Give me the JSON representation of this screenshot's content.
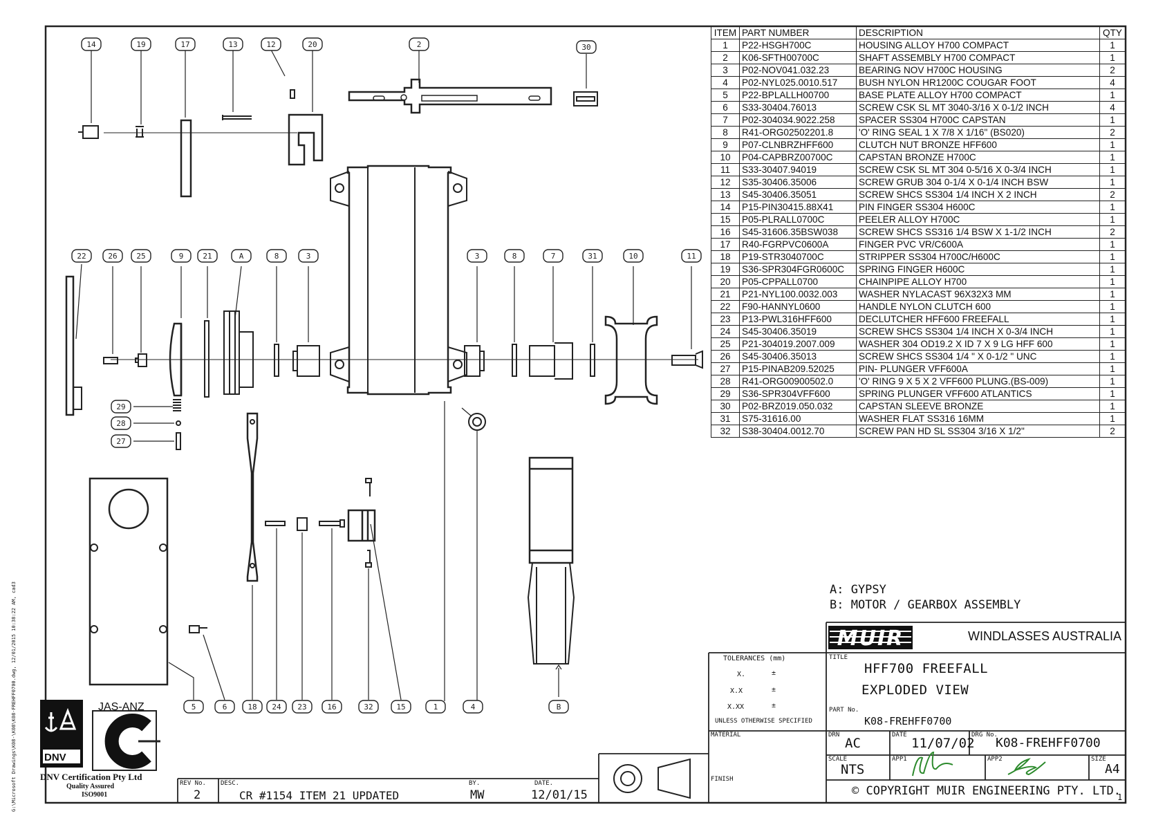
{
  "callouts": {
    "c14": "14",
    "c19": "19",
    "c17": "17",
    "c13": "13",
    "c12": "12",
    "c20": "20",
    "c2": "2",
    "c30": "30",
    "c22": "22",
    "c26": "26",
    "c25": "25",
    "c9": "9",
    "c21": "21",
    "cA": "A",
    "c8a": "8",
    "c3a": "3",
    "c3b": "3",
    "c8b": "8",
    "c7": "7",
    "c31": "31",
    "c10": "10",
    "c11": "11",
    "c29": "29",
    "c28": "28",
    "c27": "27",
    "c5": "5",
    "c6": "6",
    "c18": "18",
    "c24": "24",
    "c23": "23",
    "c16": "16",
    "c32": "32",
    "c15": "15",
    "c1": "1",
    "c4": "4",
    "cB": "B"
  },
  "bom": {
    "headers": [
      "ITEM",
      "PART NUMBER",
      "DESCRIPTION",
      "QTY"
    ],
    "rows": [
      [
        "1",
        "P22-HSGH700C",
        "HOUSING ALLOY H700 COMPACT",
        "1"
      ],
      [
        "2",
        "K06-SFTH00700C",
        "SHAFT ASSEMBLY H700 COMPACT",
        "1"
      ],
      [
        "3",
        "P02-NOV041.032.23",
        "BEARING NOV H700C HOUSING",
        "2"
      ],
      [
        "4",
        "P02-NYL025.0010.517",
        "BUSH NYLON HR1200C COUGAR FOOT",
        "4"
      ],
      [
        "5",
        "P22-BPLALLH00700",
        "BASE PLATE ALLOY H700 COMPACT",
        "1"
      ],
      [
        "6",
        "S33-30404.76013",
        "SCREW CSK SL MT 3040-3/16 X 0-1/2 INCH",
        "4"
      ],
      [
        "7",
        "P02-304034.9022.258",
        "SPACER SS304 H700C CAPSTAN",
        "1"
      ],
      [
        "8",
        "R41-ORG02502201.8",
        "'O' RING SEAL 1 X 7/8 X 1/16\" (BS020)",
        "2"
      ],
      [
        "9",
        "P07-CLNBRZHFF600",
        "CLUTCH NUT BRONZE HFF600",
        "1"
      ],
      [
        "10",
        "P04-CAPBRZ00700C",
        "CAPSTAN BRONZE H700C",
        "1"
      ],
      [
        "11",
        "S33-30407.94019",
        "SCREW CSK SL MT 304 0-5/16 X 0-3/4 INCH",
        "1"
      ],
      [
        "12",
        "S35-30406.35006",
        "SCREW GRUB 304 0-1/4 X 0-1/4 INCH BSW",
        "1"
      ],
      [
        "13",
        "S45-30406.35051",
        "SCREW SHCS SS304 1/4 INCH X 2 INCH",
        "2"
      ],
      [
        "14",
        "P15-PIN30415.88X41",
        "PIN FINGER SS304 H600C",
        "1"
      ],
      [
        "15",
        "P05-PLRALL0700C",
        "PEELER ALLOY H700C",
        "1"
      ],
      [
        "16",
        "S45-31606.35BSW038",
        "SCREW SHCS SS316 1/4 BSW X 1-1/2 INCH",
        "2"
      ],
      [
        "17",
        "R40-FGRPVC0600A",
        "FINGER PVC VR/C600A",
        "1"
      ],
      [
        "18",
        "P19-STR3040700C",
        "STRIPPER SS304 H700C/H600C",
        "1"
      ],
      [
        "19",
        "S36-SPR304FGR0600C",
        "SPRING FINGER H600C",
        "1"
      ],
      [
        "20",
        "P05-CPPALL0700",
        "CHAINPIPE ALLOY H700",
        "1"
      ],
      [
        "21",
        "P21-NYL100.0032.003",
        "WASHER NYLACAST 96X32X3 MM",
        "1"
      ],
      [
        "22",
        "F90-HANNYL0600",
        "HANDLE NYLON CLUTCH 600",
        "1"
      ],
      [
        "23",
        "P13-PWL316HFF600",
        "DECLUTCHER HFF600 FREEFALL",
        "1"
      ],
      [
        "24",
        "S45-30406.35019",
        "SCREW SHCS SS304 1/4 INCH X 0-3/4 INCH",
        "1"
      ],
      [
        "25",
        "P21-304019.2007.009",
        "WASHER 304 OD19.2 X ID 7 X 9 LG HFF 600",
        "1"
      ],
      [
        "26",
        "S45-30406.35013",
        "SCREW SHCS SS304 1/4 \" X 0-1/2 \" UNC",
        "1"
      ],
      [
        "27",
        "P15-PINAB209.52025",
        "PIN- PLUNGER VFF600A",
        "1"
      ],
      [
        "28",
        "R41-ORG00900502.0",
        "'O' RING 9 X 5 X 2 VFF600 PLUNG.(BS-009)",
        "1"
      ],
      [
        "29",
        "S36-SPR304VFF600",
        "SPRING PLUNGER VFF600 ATLANTICS",
        "1"
      ],
      [
        "30",
        "P02-BRZ019.050.032",
        "CAPSTAN SLEEVE BRONZE",
        "1"
      ],
      [
        "31",
        "S75-31616.00",
        "WASHER FLAT SS316 16MM",
        "1"
      ],
      [
        "32",
        "S38-30404.0012.70",
        "SCREW PAN HD SL SS304 3/16 X 1/2\"",
        "2"
      ]
    ]
  },
  "legend": {
    "a": "A: GYPSY",
    "b": "B: MOTOR / GEARBOX ASSEMBLY"
  },
  "titleblock": {
    "brand": "muir",
    "brand_sub": "WINDLASSES AUSTRALIA",
    "tolerances": "TOLERANCES (mm)",
    "tol_x": "X.",
    "tol_xx": "X.X",
    "tol_xxx": "X.XX",
    "pm": "±",
    "unless": "UNLESS OTHERWISE SPECIFIED",
    "material": "MATERIAL",
    "finish": "FINISH",
    "title_lbl": "TITLE",
    "title1": "HFF700 FREEFALL",
    "title2": "EXPLODED VIEW",
    "partno_lbl": "PART No.",
    "partno": "K08-FREHFF0700",
    "drn_lbl": "DRN",
    "drn": "AC",
    "date_lbl": "DATE",
    "date": "11/07/02",
    "drgno_lbl": "DRG No.",
    "drgno": "K08-FREHFF0700",
    "scale_lbl": "SCALE",
    "scale": "NTS",
    "app1_lbl": "APP1",
    "app2_lbl": "APP2",
    "size_lbl": "SIZE",
    "size": "A4",
    "copyright": "© COPYRIGHT MUIR ENGINEERING PTY. LTD.",
    "sheet": "1"
  },
  "revision": {
    "rev_lbl": "REV No.",
    "rev": "2",
    "desc_lbl": "DESC.",
    "desc": "CR #1154  ITEM 21 UPDATED",
    "by_lbl": "BY.",
    "by": "MW",
    "date_lbl": "DATE.",
    "date": "12/01/15"
  },
  "cert": {
    "jas": "JAS-ANZ",
    "dnv": "DNV",
    "company": "DNV Certification Pty Ltd",
    "qa": "Quality Assured",
    "iso": "ISO9001"
  },
  "filepath": "G:\\Microsoft Drawings\\K08-\\K08\\K08-FREHFF0700.dwg, 12/01/2015 10:38:22 AM, cad3"
}
